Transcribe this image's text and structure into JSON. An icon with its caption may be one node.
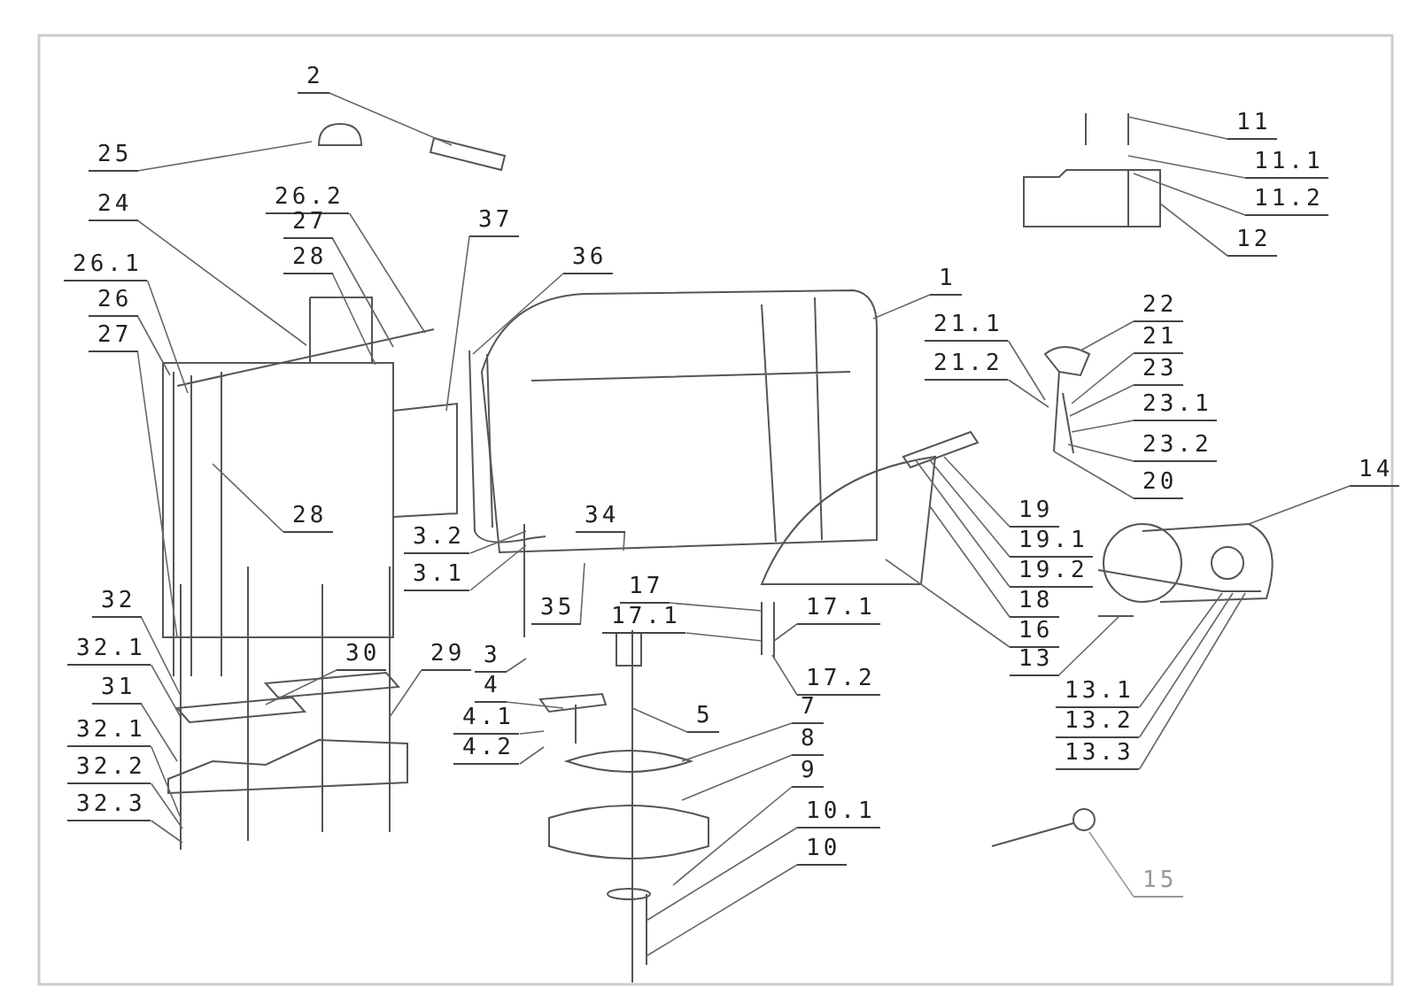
{
  "diagram": {
    "nodes": [
      {
        "text": [
          "2"
        ]
      },
      {
        "text": [
          "11"
        ]
      },
      {
        "text": [
          "11.1"
        ]
      },
      {
        "text": [
          "25"
        ]
      },
      {
        "text": [
          "11.2"
        ]
      },
      {
        "text": [
          "24"
        ]
      },
      {
        "text": [
          "26.2"
        ]
      },
      {
        "text": [
          "27"
        ]
      },
      {
        "text": [
          "37"
        ]
      },
      {
        "text": [
          "12"
        ]
      },
      {
        "text": [
          "28"
        ]
      },
      {
        "text": [
          "36"
        ]
      },
      {
        "text": [
          "26.1"
        ]
      },
      {
        "text": [
          "1"
        ]
      },
      {
        "text": [
          "26"
        ]
      },
      {
        "text": [
          "22"
        ]
      },
      {
        "text": [
          "21.1"
        ]
      },
      {
        "text": [
          "21"
        ]
      },
      {
        "text": [
          "27"
        ]
      },
      {
        "text": [
          "21.2"
        ]
      },
      {
        "text": [
          "23"
        ]
      },
      {
        "text": [
          "23.1"
        ]
      },
      {
        "text": [
          "23.2"
        ]
      },
      {
        "text": [
          "14"
        ]
      },
      {
        "text": [
          "20"
        ]
      },
      {
        "text": [
          "19"
        ]
      },
      {
        "text": [
          "28"
        ]
      },
      {
        "text": [
          "34"
        ]
      },
      {
        "text": [
          "3.2"
        ]
      },
      {
        "text": [
          "19.1"
        ]
      },
      {
        "text": [
          "3.1"
        ]
      },
      {
        "text": [
          "19.2"
        ]
      },
      {
        "text": [
          "17"
        ]
      },
      {
        "text": [
          "18"
        ]
      },
      {
        "text": [
          "17.1"
        ]
      },
      {
        "text": [
          "16"
        ]
      },
      {
        "text": [
          "35"
        ]
      },
      {
        "text": [
          "17.1"
        ]
      },
      {
        "text": [
          "13"
        ]
      },
      {
        "text": [
          "3"
        ]
      },
      {
        "text": [
          "32"
        ]
      },
      {
        "text": [
          "32.1"
        ]
      },
      {
        "text": [
          "30"
        ]
      },
      {
        "text": [
          "29"
        ]
      },
      {
        "text": [
          "4"
        ]
      },
      {
        "text": [
          "31"
        ]
      },
      {
        "text": [
          "17.2"
        ]
      },
      {
        "text": [
          "13.1"
        ]
      },
      {
        "text": [
          "7"
        ]
      },
      {
        "text": [
          "5"
        ]
      },
      {
        "text": [
          "4.1"
        ]
      },
      {
        "text": [
          "13.2"
        ]
      },
      {
        "text": [
          "32.1"
        ]
      },
      {
        "text": [
          "8"
        ]
      },
      {
        "text": [
          "4.2"
        ]
      },
      {
        "text": [
          "13.3"
        ]
      },
      {
        "text": [
          "32.2"
        ]
      },
      {
        "text": [
          "9"
        ]
      },
      {
        "text": [
          "32.3"
        ]
      },
      {
        "text": [
          "10.1"
        ]
      },
      {
        "text": [
          "10"
        ]
      },
      {
        "text": [
          "15"
        ]
      }
    ],
    "edges": [
      {
        "from": 0,
        "to": null,
        "arrow": "none"
      },
      {
        "from": 1,
        "to": null,
        "arrow": "none"
      },
      {
        "from": 2,
        "to": null,
        "arrow": "none"
      },
      {
        "from": 3,
        "to": null,
        "arrow": "none"
      },
      {
        "from": 4,
        "to": null,
        "arrow": "none"
      },
      {
        "from": 5,
        "to": null,
        "arrow": "none"
      },
      {
        "from": 6,
        "to": null,
        "arrow": "none"
      },
      {
        "from": 7,
        "to": null,
        "arrow": "none"
      },
      {
        "from": 8,
        "to": null,
        "arrow": "none"
      },
      {
        "from": 9,
        "to": null,
        "arrow": "none"
      },
      {
        "from": 10,
        "to": null,
        "arrow": "none"
      },
      {
        "from": 11,
        "to": null,
        "arrow": "none"
      },
      {
        "from": 12,
        "to": null,
        "arrow": "none"
      },
      {
        "from": 13,
        "to": null,
        "arrow": "none"
      },
      {
        "from": 14,
        "to": null,
        "arrow": "none"
      },
      {
        "from": 15,
        "to": null,
        "arrow": "none"
      },
      {
        "from": 16,
        "to": null,
        "arrow": "none"
      },
      {
        "from": 17,
        "to": null,
        "arrow": "none"
      },
      {
        "from": 18,
        "to": null,
        "arrow": "none"
      },
      {
        "from": 19,
        "to": null,
        "arrow": "none"
      },
      {
        "from": 20,
        "to": null,
        "arrow": "none"
      },
      {
        "from": 21,
        "to": null,
        "arrow": "none"
      },
      {
        "from": 22,
        "to": null,
        "arrow": "none"
      },
      {
        "from": 23,
        "to": null,
        "arrow": "none"
      },
      {
        "from": 24,
        "to": null,
        "arrow": "none"
      },
      {
        "from": 25,
        "to": null,
        "arrow": "none"
      },
      {
        "from": 26,
        "to": null,
        "arrow": "none"
      },
      {
        "from": 27,
        "to": null,
        "arrow": "none"
      },
      {
        "from": 28,
        "to": null,
        "arrow": "none"
      },
      {
        "from": 29,
        "to": null,
        "arrow": "none"
      },
      {
        "from": 30,
        "to": null,
        "arrow": "none"
      },
      {
        "from": 31,
        "to": null,
        "arrow": "none"
      },
      {
        "from": 32,
        "to": null,
        "arrow": "none"
      },
      {
        "from": 33,
        "to": null,
        "arrow": "none"
      },
      {
        "from": 34,
        "to": null,
        "arrow": "none"
      },
      {
        "from": 35,
        "to": null,
        "arrow": "none"
      },
      {
        "from": 36,
        "to": null,
        "arrow": "none"
      },
      {
        "from": 37,
        "to": null,
        "arrow": "none"
      },
      {
        "from": 38,
        "to": null,
        "arrow": "none"
      },
      {
        "from": 39,
        "to": null,
        "arrow": "none"
      },
      {
        "from": 40,
        "to": null,
        "arrow": "none"
      },
      {
        "from": 41,
        "to": null,
        "arrow": "none"
      },
      {
        "from": 42,
        "to": null,
        "arrow": "none"
      },
      {
        "from": 43,
        "to": null,
        "arrow": "none"
      },
      {
        "from": 44,
        "to": null,
        "arrow": "none"
      },
      {
        "from": 45,
        "to": null,
        "arrow": "none"
      },
      {
        "from": 46,
        "to": null,
        "arrow": "none"
      },
      {
        "from": 47,
        "to": null,
        "arrow": "none"
      },
      {
        "from": 48,
        "to": null,
        "arrow": "none"
      },
      {
        "from": 49,
        "to": null,
        "arrow": "none"
      },
      {
        "from": 50,
        "to": null,
        "arrow": "none"
      },
      {
        "from": 51,
        "to": null,
        "arrow": "none"
      },
      {
        "from": 52,
        "to": null,
        "arrow": "none"
      },
      {
        "from": 53,
        "to": null,
        "arrow": "none"
      },
      {
        "from": 54,
        "to": null,
        "arrow": "none"
      },
      {
        "from": 55,
        "to": null,
        "arrow": "none"
      },
      {
        "from": 56,
        "to": null,
        "arrow": "none"
      },
      {
        "from": 57,
        "to": null,
        "arrow": "none"
      },
      {
        "from": 58,
        "to": null,
        "arrow": "none"
      },
      {
        "from": 59,
        "to": null,
        "arrow": "none"
      },
      {
        "from": 60,
        "to": null,
        "arrow": "none"
      },
      {
        "from": 61,
        "to": null,
        "arrow": "none"
      }
    ]
  }
}
